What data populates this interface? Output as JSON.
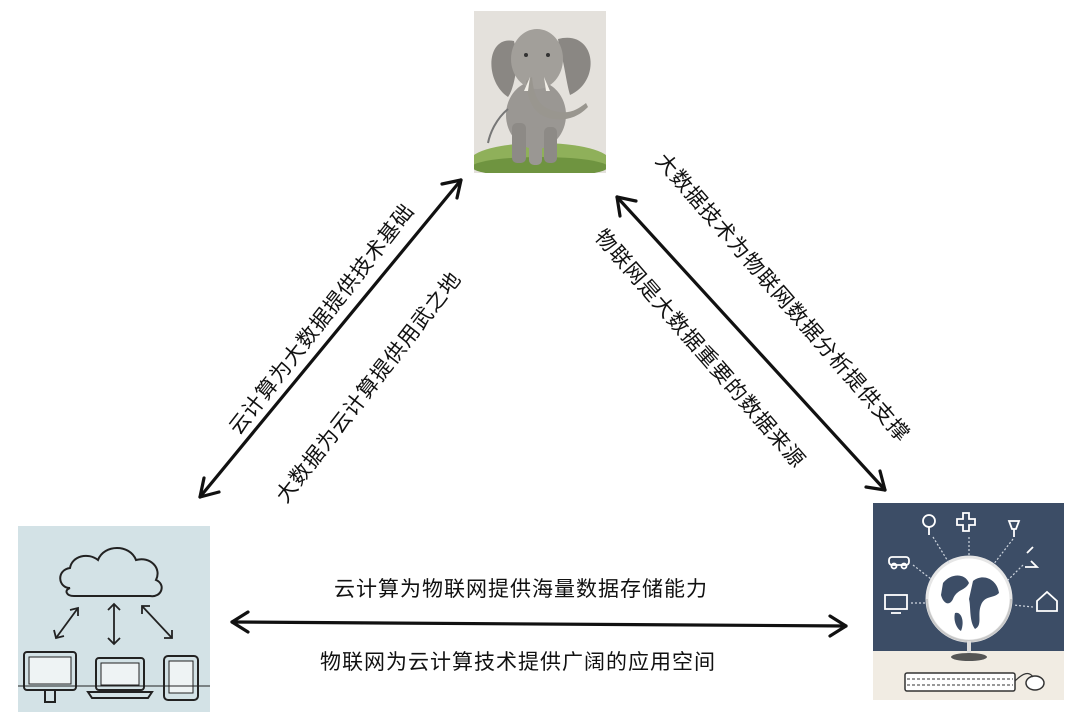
{
  "labels": {
    "cloud_to_bigdata": "云计算为大数据提供技术基础",
    "bigdata_to_cloud": "大数据为云计算提供用武之地",
    "bigdata_to_iot": "大数据技术为物联网数据分析提供支撑",
    "iot_to_bigdata": "物联网是大数据重要的数据来源",
    "cloud_to_iot": "云计算为物联网提供海量数据存储能力",
    "iot_to_cloud": "物联网为云计算技术提供广阔的应用空间"
  },
  "colors": {
    "arrow": "#111111",
    "cloud_bg": "#d3e2e6",
    "iot_bg": "#3c4d66",
    "iot_floor": "#f1ece3",
    "elephant_bg": "#e4e1dc",
    "grass": "#8fb05a"
  },
  "icons": [
    "elephant-image",
    "cloud-computing-image",
    "iot-globe-image"
  ]
}
